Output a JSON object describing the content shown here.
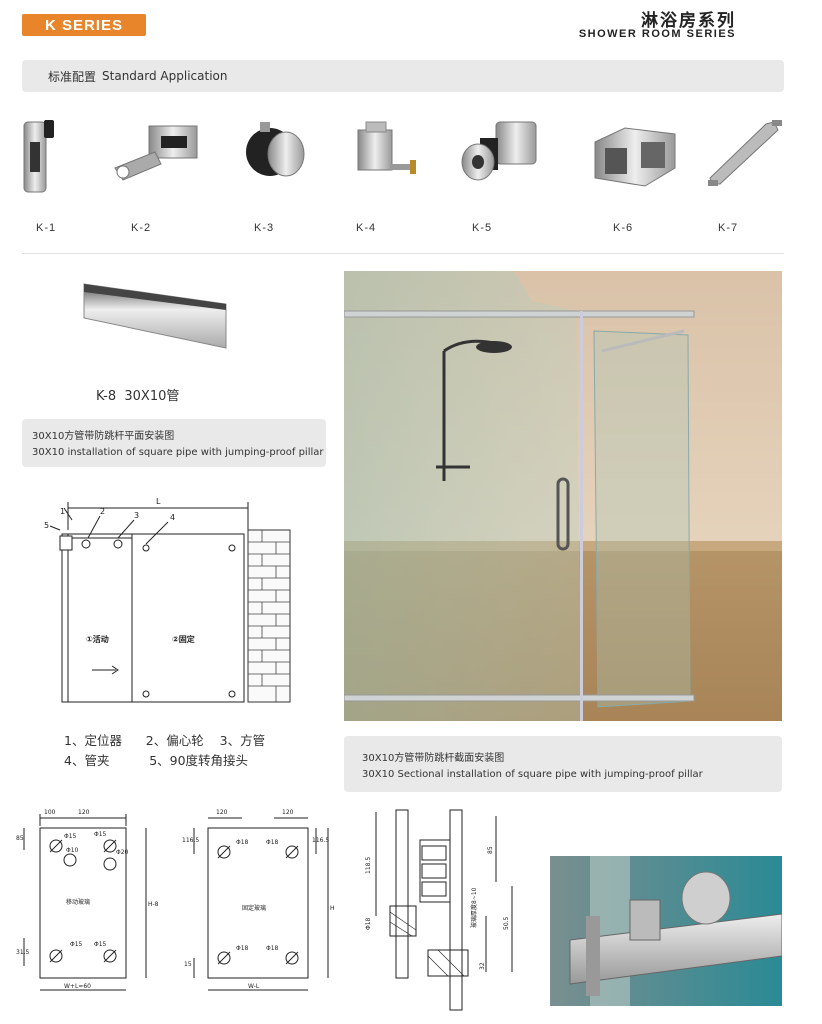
{
  "header": {
    "badge": "K SERIES",
    "title_cn": "淋浴房系列",
    "title_en": "SHOWER ROOM SERIES"
  },
  "standard": {
    "label_cn": "标准配置",
    "label_en": "Standard Application"
  },
  "products": [
    {
      "code": "K-1",
      "icon": "lock-fitting-icon"
    },
    {
      "code": "K-2",
      "icon": "eccentric-wheel-icon"
    },
    {
      "code": "K-3",
      "icon": "roller-icon"
    },
    {
      "code": "K-4",
      "icon": "glass-clamp-icon"
    },
    {
      "code": "K-5",
      "icon": "connector-icon"
    },
    {
      "code": "K-6",
      "icon": "corner-joint-icon"
    },
    {
      "code": "K-7",
      "icon": "handle-icon"
    }
  ],
  "k8": {
    "code": "K-8",
    "name": "30X10管"
  },
  "plan": {
    "title_cn": "30X10方管带防跳杆平面安装图",
    "title_en": "30X10 installation of square pipe with jumping-proof pillar",
    "marks": [
      "1",
      "2",
      "3",
      "4",
      "5"
    ],
    "dim_l": "L",
    "panel_move": "①活动",
    "panel_fixed": "②固定"
  },
  "legend": {
    "line1": [
      "1、定位器",
      "2、偏心轮",
      "3、方管"
    ],
    "line2": [
      "4、管夹",
      "5、90度转角接头"
    ]
  },
  "section": {
    "title_cn": "30X10方管带防跳杆截面安装图",
    "title_en": "30X10 Sectional installation of square pipe with jumping-proof pillar"
  },
  "drawing_move": {
    "dims_top": [
      "100",
      "120"
    ],
    "dims_side": [
      "85",
      "31.5"
    ],
    "holes": [
      "Φ15",
      "Φ15",
      "Φ10",
      "Φ20",
      "Φ15",
      "Φ15"
    ],
    "label": "移动玻璃",
    "height": "H-8",
    "width": "W+L=60"
  },
  "drawing_fixed": {
    "dims_top": [
      "120",
      "120"
    ],
    "dims_side": [
      "116.5",
      "116.5",
      "15"
    ],
    "holes": [
      "Φ18",
      "Φ18",
      "Φ18",
      "Φ18"
    ],
    "label": "固定玻璃",
    "height": "H",
    "width": "W-L"
  },
  "drawing_section": {
    "dims": [
      "118.5",
      "85",
      "50.5",
      "Φ18",
      "32",
      "玻璃厚度8~10"
    ]
  }
}
